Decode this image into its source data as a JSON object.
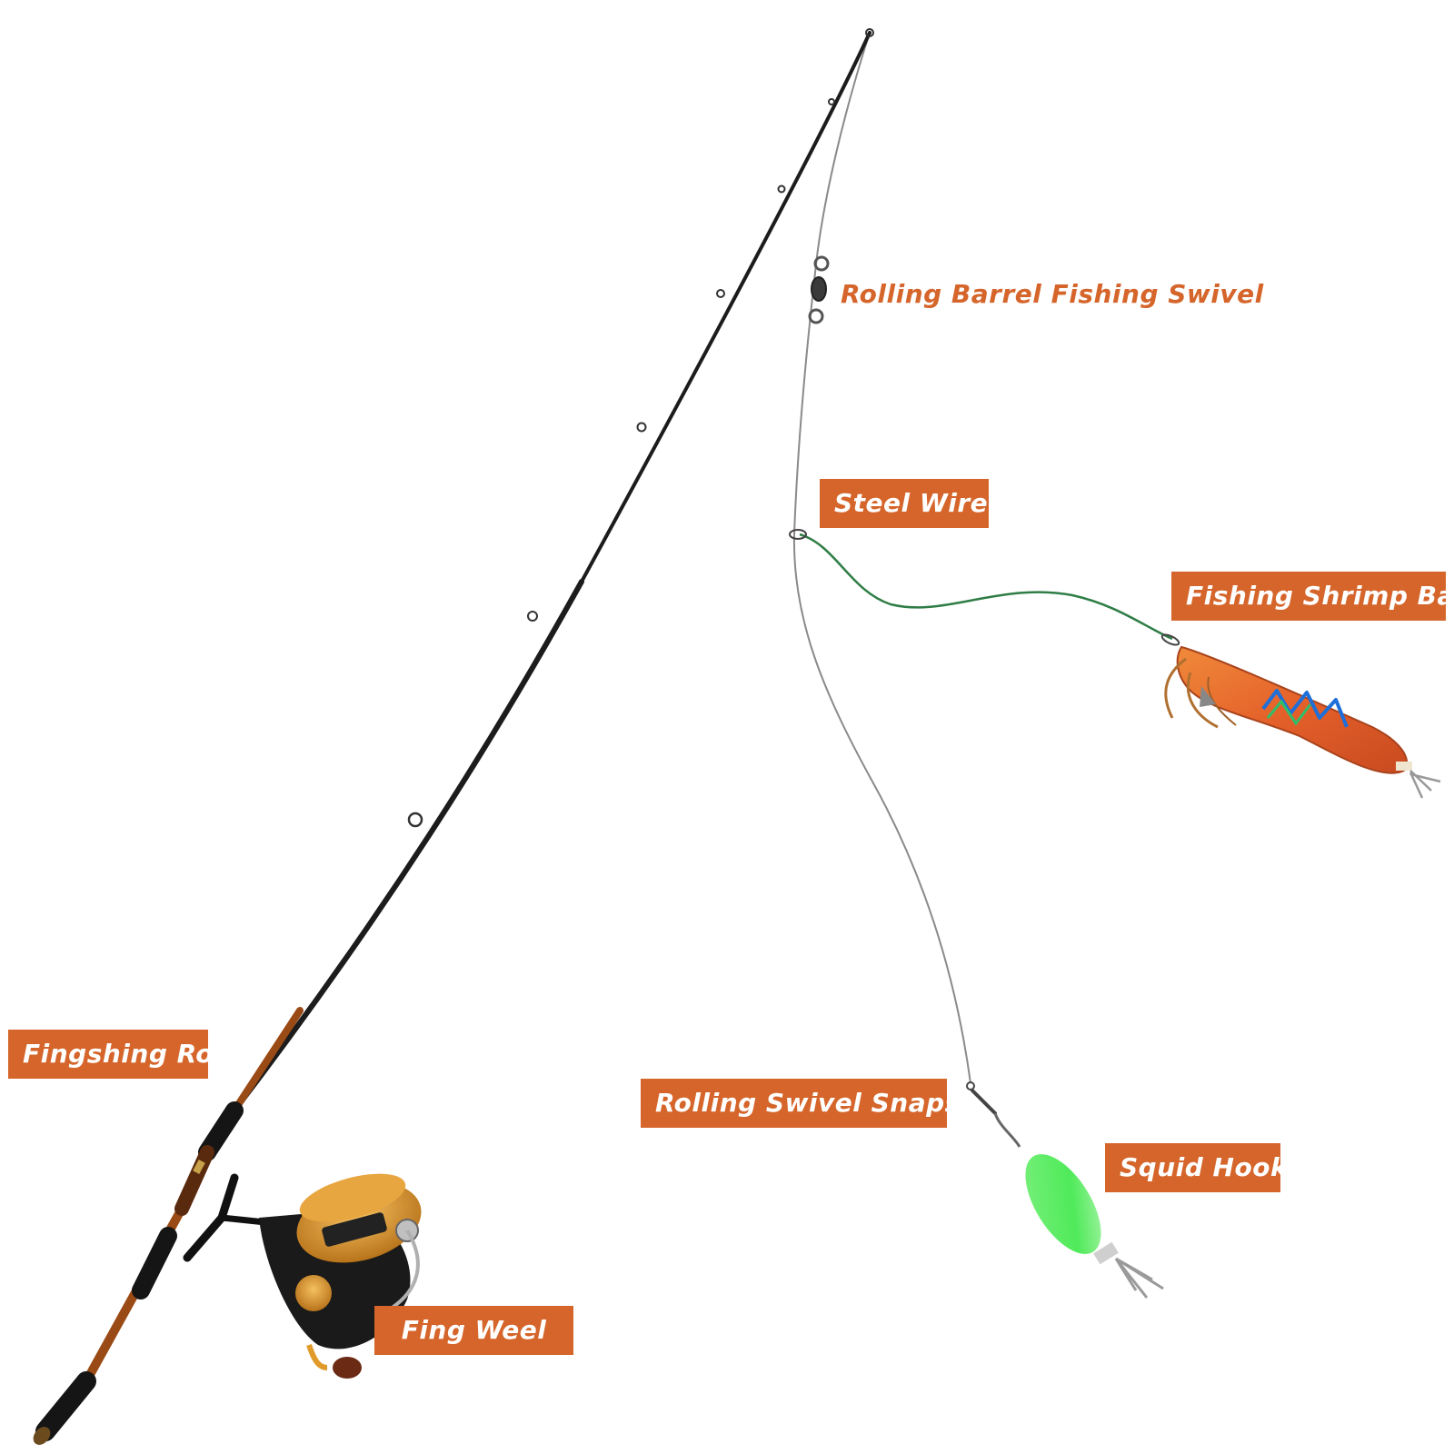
{
  "colors": {
    "label_fill": "#d5652a",
    "label_text": "#ffffff",
    "plain_label_text": "#d5652a",
    "rod_blank": "#1c1c1c",
    "rod_butt": "#9a4a14",
    "line": "#8a8a8a",
    "leader": "#2f7d46",
    "reel_gold": "#e09a2a",
    "reel_body": "#1a1a1a",
    "squid_body": "#4fea5a",
    "shrimp_body": "#e4602a"
  },
  "labels": {
    "swivel": "Rolling Barrel Fishing Swivel",
    "wire": "Steel Wire",
    "shrimp": "Fishing Shrimp Bait",
    "rod": "Fingshing Rod",
    "snaps": "Rolling Swivel Snaps",
    "squid": "Squid Hook",
    "reel": "Fing Weel"
  },
  "icons": {
    "rod": "fishing-rod-icon",
    "reel": "spinning-reel-icon",
    "swivel": "barrel-swivel-icon",
    "snap": "swivel-snap-icon",
    "shrimp": "shrimp-lure-icon",
    "squid": "squid-jig-icon"
  }
}
